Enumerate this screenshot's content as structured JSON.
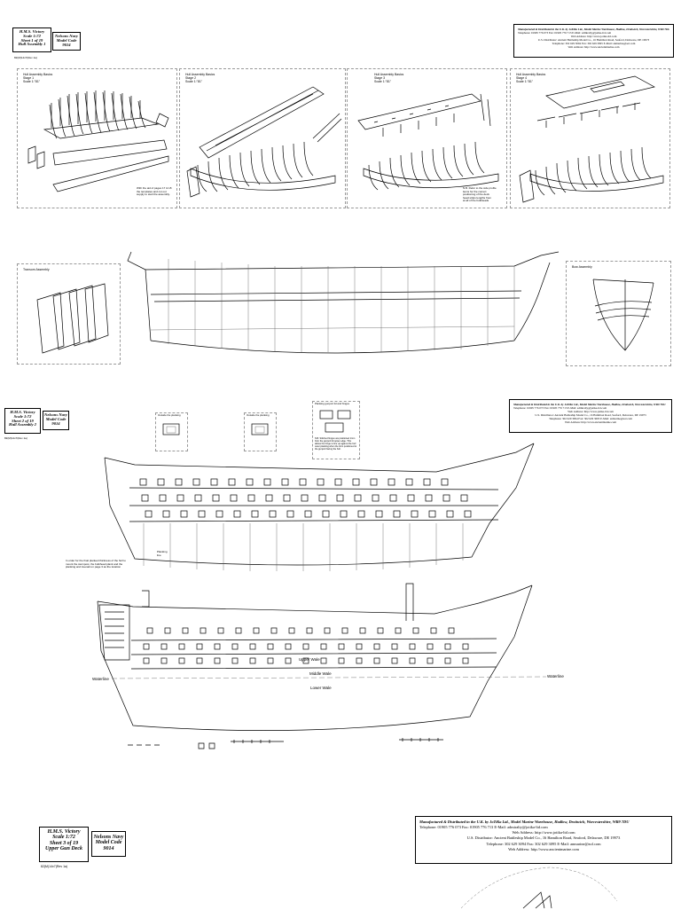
{
  "sheets": [
    {
      "title_lines": [
        "H.M.S. Victory",
        "Scale 1:72",
        "Sheet 1 of 19",
        "Hull Assembly 1"
      ],
      "model_code_lines": [
        "Nelsons Navy",
        "Model Code",
        "9014"
      ],
      "ref": "82(M)14x7(Rev 1a)",
      "panels": [
        {
          "title": "Hull Assembly Basics\nStage 1\nScale 1:\"81\"",
          "note": "With the aid of pages 17 & 18\nthe templates and cut out\nsupply to start the assembly."
        },
        {
          "title": "Hull Assembly Basics\nStage 2\nScale 1:\"81\"",
          "note": ""
        },
        {
          "title": "Hull Assembly Basics\nStage 3\nScale 1:\"81\"",
          "note": "N.B. Refer to the side profile\nitems for the correct\npositioning of the deck\nhead strips lengths from\nat all of the bulkheads"
        },
        {
          "title": "Hull Assembly Basics\nStage 4\nScale 1:\"81\"",
          "note": ""
        }
      ],
      "side_panels": [
        {
          "title": "Transom Assembly"
        },
        {
          "title": "Bow Assembly"
        }
      ]
    },
    {
      "title_lines": [
        "H.M.S. Victory",
        "Scale 1:72",
        "Sheet 2 of 19",
        "Hull Assembly 2"
      ],
      "model_code_lines": [
        "Nelsons Navy",
        "Model Code",
        "9014"
      ],
      "ref": "82(M)14x7(Rev 1a)",
      "callouts": [
        {
          "title": "Outside the planking"
        },
        {
          "title": "Outside the planking"
        },
        {
          "title": "Planking gunport lid and hinges"
        }
      ],
      "callout_note": "N.B. Stitched hinges are positioned 1mm from the gunport lid upper edge. This allows the hinge to line up against the hull outer planking when the lid is positioned to the gunport facing the hull.",
      "side_note": "In order for the final planked thickness of the hull to mount the sternpost, the bulkhead plank and the planking and treenail on page 3 as the location",
      "inline_label": "Planking\nline",
      "wales": [
        "Upper Wale",
        "Middle Wale",
        "Lower Wale"
      ],
      "waterline": "Waterline"
    },
    {
      "title_lines": [
        "H.M.S. Victory",
        "Scale 1:72",
        "Sheet 3 of 19",
        "Upper Gun Deck"
      ],
      "model_code_lines": [
        "Nelsons Navy",
        "Model Code",
        "9014"
      ],
      "ref": "82(M)14x7(Rev 1a)"
    }
  ],
  "maker_block": {
    "lines": [
      "Manufactured & Distributed in the U.K. by JoTiKa Ltd., Model Marine Warehouse, Hadlow, Droitwich, Worcestershire, WR9 7DU",
      "Telephone: 01905 776 073     Fax: 01905 776 713     E-Mail: admiralty@jotika-ltd.com",
      "Web Address: http://www.jotika-ltd.com",
      "U.S. Distributor: Ancient Battleship Model Co., 16 Hamilton Road, Seaford, Delaware, DE 19973",
      "Telephone: 302 629 3094     Fax: 302 629 3095     E-Mail: anmarine@aol.com",
      "Web Address: http://www.ancientmarine.com"
    ]
  },
  "colors": {
    "ink": "#000000",
    "faint": "#555555",
    "paper": "#ffffff",
    "dash": "#999999"
  }
}
